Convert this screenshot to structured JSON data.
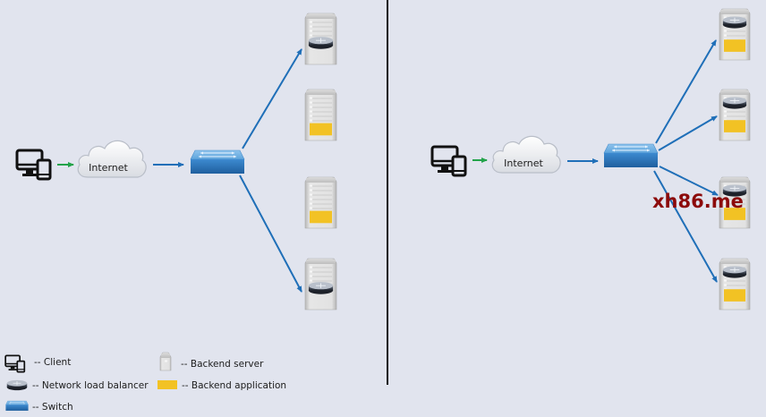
{
  "diagram": {
    "left_panel": {
      "client": {
        "icon": "client-icon"
      },
      "internet": {
        "label": "Internet"
      },
      "switch": {
        "icon": "switch-icon"
      },
      "servers": [
        {
          "id": "l1",
          "has_load_balancer": true,
          "has_backend_application": false
        },
        {
          "id": "l2",
          "has_load_balancer": false,
          "has_backend_application": true
        },
        {
          "id": "l3",
          "has_load_balancer": false,
          "has_backend_application": true
        },
        {
          "id": "l4",
          "has_load_balancer": true,
          "has_backend_application": false
        }
      ],
      "switch_connects_to": [
        "l1",
        "l4"
      ]
    },
    "right_panel": {
      "client": {
        "icon": "client-icon"
      },
      "internet": {
        "label": "Internet"
      },
      "switch": {
        "icon": "switch-icon"
      },
      "servers": [
        {
          "id": "r1",
          "has_load_balancer": true,
          "has_backend_application": true
        },
        {
          "id": "r2",
          "has_load_balancer": true,
          "has_backend_application": true
        },
        {
          "id": "r3",
          "has_load_balancer": true,
          "has_backend_application": true
        },
        {
          "id": "r4",
          "has_load_balancer": true,
          "has_backend_application": true
        }
      ],
      "switch_connects_to": [
        "r1",
        "r2",
        "r3",
        "r4"
      ]
    },
    "colors": {
      "background": "#e1e4ee",
      "client_to_internet_arrow": "#22a34a",
      "network_arrow": "#1f6fb8",
      "backend_application": "#f2c224",
      "switch": "#3f8bcf",
      "divider": "#111111"
    },
    "legend": {
      "items": [
        {
          "icon": "client-icon",
          "label": "-- Client"
        },
        {
          "icon": "network-load-balancer-icon",
          "label": "-- Network load balancer"
        },
        {
          "icon": "switch-icon",
          "label": "-- Switch"
        },
        {
          "icon": "backend-server-icon",
          "label": "-- Backend server"
        },
        {
          "icon": "backend-application-icon",
          "label": "-- Backend application"
        }
      ]
    },
    "watermark": "xh86.me"
  }
}
